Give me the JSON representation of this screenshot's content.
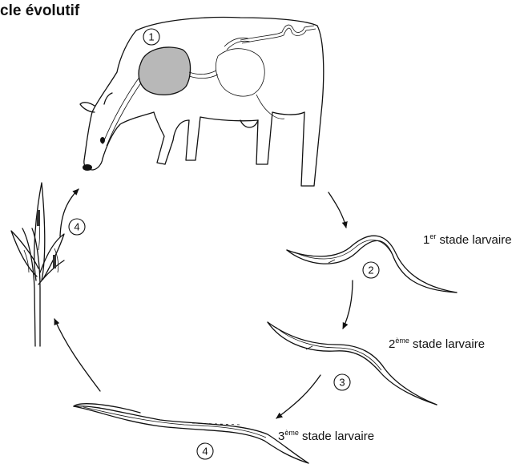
{
  "title": "cle évolutif",
  "markers": [
    "1",
    "2",
    "3",
    "4",
    "4"
  ],
  "stages": [
    {
      "number": "1",
      "suffix": "er",
      "text": " stade larvaire"
    },
    {
      "number": "2",
      "suffix": "ème",
      "text": " stade larvaire"
    },
    {
      "number": "3",
      "suffix": "ème",
      "text": " stade larvaire"
    }
  ],
  "colors": {
    "stomach_fill": "#b8b8b8",
    "line": "#111111"
  }
}
